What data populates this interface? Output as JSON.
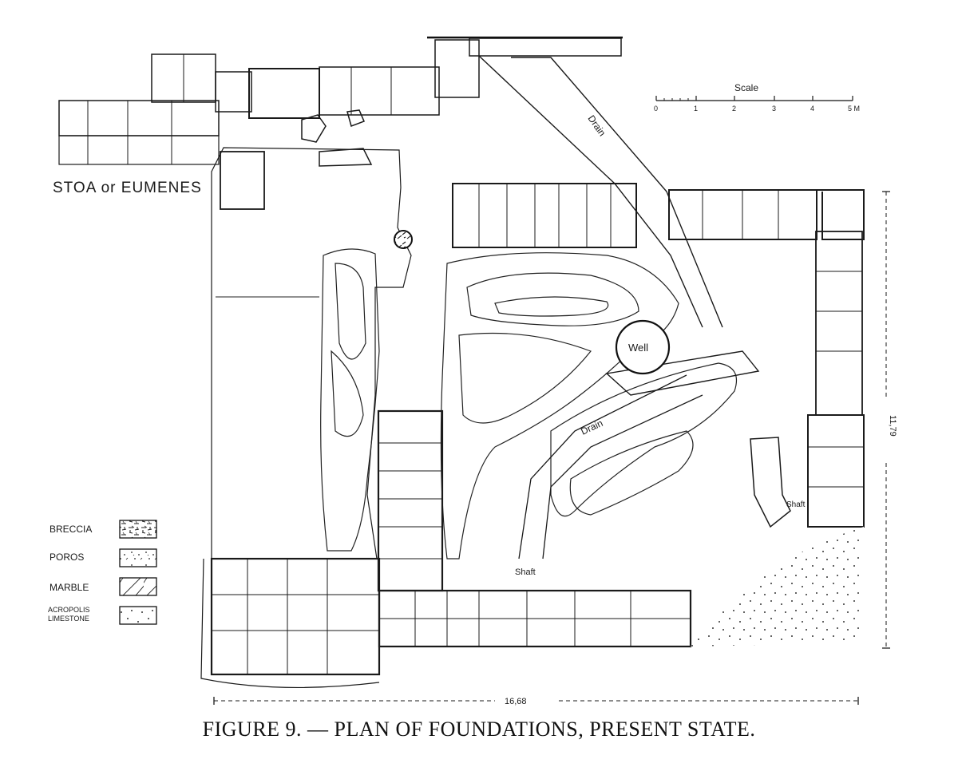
{
  "labels": {
    "stoa": "STOA or EUMENES",
    "drain_upper": "Drain",
    "drain_lower": "Drain",
    "well": "Well",
    "shaft_bottom": "Shaft",
    "shaft_right": "Shaft",
    "width_dim": "16,68",
    "height_dim": "11,79"
  },
  "scale": {
    "title": "Scale",
    "ticks": [
      "0",
      "1",
      "2",
      "3",
      "4",
      "5 M"
    ]
  },
  "legend": {
    "items": [
      {
        "label": "BRECCIA",
        "swatch": "breccia"
      },
      {
        "label": "POROS",
        "swatch": "poros"
      },
      {
        "label": "MARBLE",
        "swatch": "marble"
      },
      {
        "label": "ACROPOLIS LIMESTONE",
        "swatch": "limestone"
      }
    ]
  },
  "caption": "FIGURE 9. — PLAN OF FOUNDATIONS, PRESENT STATE.",
  "colors": {
    "ink": "#1a1a1a",
    "paper": "#ffffff"
  }
}
